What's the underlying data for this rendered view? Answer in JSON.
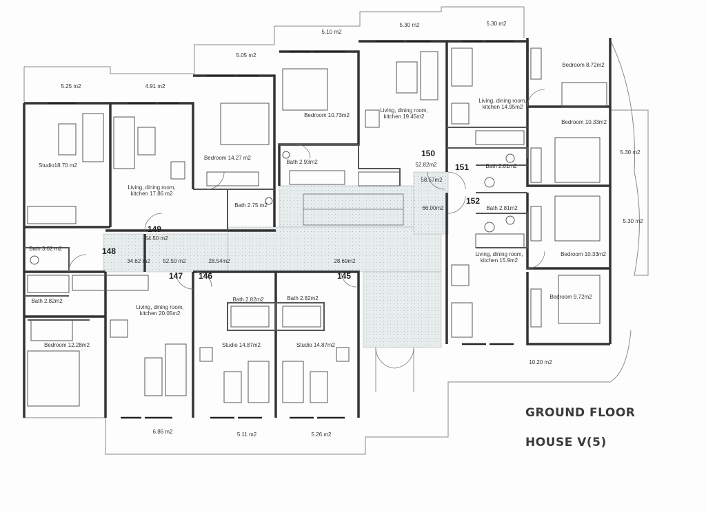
{
  "drawing": {
    "title": "GROUND FLOOR",
    "subtitle": "HOUSE V(5)"
  },
  "colors": {
    "wall": "#333333",
    "line": "#666666",
    "thin": "#999999",
    "hatch": "#cfd8d8",
    "text": "#333333"
  },
  "rooms": [
    {
      "label": "5.25 m2"
    },
    {
      "label": "4.91 m2"
    },
    {
      "label": "5.05 m2"
    },
    {
      "label": "5.10 m2"
    },
    {
      "label": "5.30 m2"
    },
    {
      "label": "5.30 m2"
    },
    {
      "label": "Bedroom 8.72m2"
    },
    {
      "label": "Bedroom 10.73m2"
    },
    {
      "label": "Living, dining room,"
    },
    {
      "label": "kitchen 19.45m2"
    },
    {
      "label": "Living, dining room,"
    },
    {
      "label": "kitchen 14.95m2"
    },
    {
      "label": "Bedroom 10.33m2"
    },
    {
      "label": "5.30 m2"
    },
    {
      "label": "Bedroom 14.27 m2"
    },
    {
      "label": "Studio18.70 m2"
    },
    {
      "label": "Living, dining room,"
    },
    {
      "label": "kitchen 17.86 m2"
    },
    {
      "label": "Bath 2.93m2"
    },
    {
      "label": "Bath 2.75 m2"
    },
    {
      "label": "Bath 2.81m2"
    },
    {
      "label": "Bath 2.81m2"
    },
    {
      "label": "5.30 m2"
    },
    {
      "label": "54.50 m2"
    },
    {
      "label": "52.82m2"
    },
    {
      "label": "58.57m2"
    },
    {
      "label": "66.00m2"
    },
    {
      "label": "Bath 3.02 m2"
    },
    {
      "label": "34.62 m2"
    },
    {
      "label": "52.50 m2"
    },
    {
      "label": "28.54m2"
    },
    {
      "label": "28.69m2"
    },
    {
      "label": "Living, dining room,"
    },
    {
      "label": "kitchen 15.9m2"
    },
    {
      "label": "Bedroom 10.33m2"
    },
    {
      "label": "Bath 2.82m2"
    },
    {
      "label": "Bath 2.82m2"
    },
    {
      "label": "Bath 2.82m2"
    },
    {
      "label": "Living, dining room,"
    },
    {
      "label": "kitchen 20.05m2"
    },
    {
      "label": "Bedroom 9.72m2"
    },
    {
      "label": "Bedroom 12.28m2"
    },
    {
      "label": "Studio 14.87m2"
    },
    {
      "label": "Studio 14.87m2"
    },
    {
      "label": "10.20 m2"
    },
    {
      "label": "6.86 m2"
    },
    {
      "label": "5.11 m2"
    },
    {
      "label": "5.26 m2"
    }
  ],
  "unit_numbers": [
    {
      "label": "150"
    },
    {
      "label": "151"
    },
    {
      "label": "152"
    },
    {
      "label": "149"
    },
    {
      "label": "148"
    },
    {
      "label": "147"
    },
    {
      "label": "146"
    },
    {
      "label": "145"
    }
  ]
}
